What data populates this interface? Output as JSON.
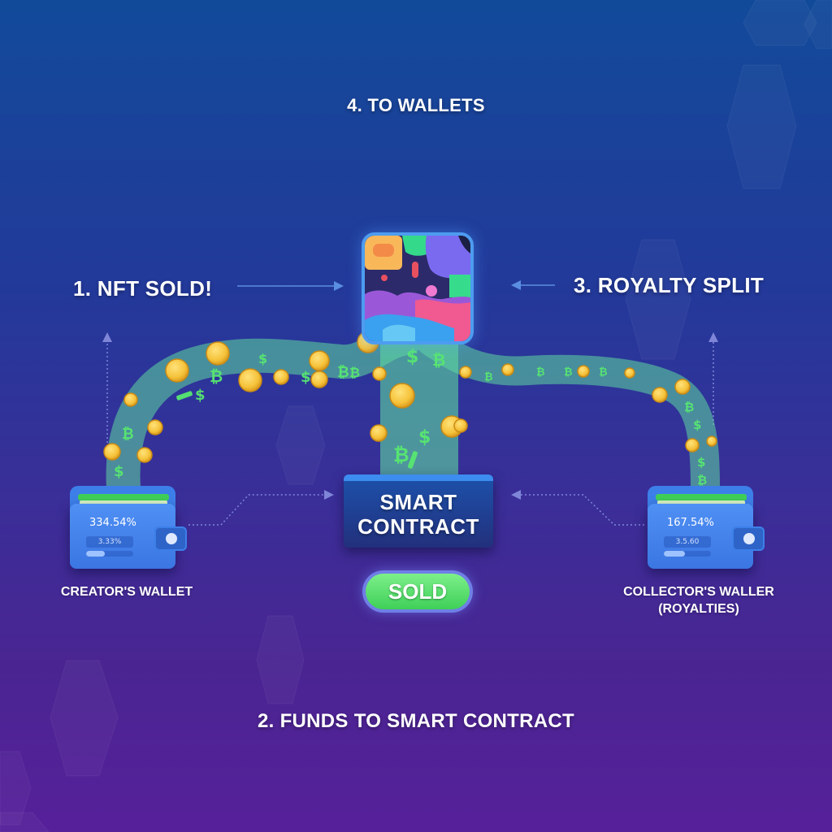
{
  "diagram": {
    "title": "NFT royalty flow",
    "steps": [
      {
        "id": "step1",
        "label": "1. NFT SOLD!"
      },
      {
        "id": "step2",
        "label": "2. FUNDS TO SMART CONTRACT"
      },
      {
        "id": "step3",
        "label": "3. ROYALTY SPLIT"
      },
      {
        "id": "step4",
        "label": "4. TO WALLETS"
      }
    ],
    "nodes": {
      "nft": {
        "label": "NFT artwork",
        "icon": "nft-artwork-icon"
      },
      "contract": {
        "line1": "SMART",
        "line2": "CONTRACT"
      },
      "sold_badge": {
        "label": "SOLD",
        "color": "#4fd868"
      },
      "creator_wallet": {
        "label": "CREATOR'S WALLET",
        "amount_primary": "334.54%",
        "amount_secondary": "3.33%",
        "progress_fill_pct": 40
      },
      "collector_wallet": {
        "label_line1": "COLLECTOR'S WALLER",
        "label_line2": "(ROYALTIES)",
        "amount_primary": "167.54%",
        "amount_secondary": "3.5.60",
        "progress_fill_pct": 45
      }
    },
    "flows": [
      {
        "from": "nft",
        "to": "creator_wallet",
        "style": "money-stream",
        "icons": [
          "coin-icon",
          "dollar-sign-icon",
          "bitcoin-icon"
        ]
      },
      {
        "from": "nft",
        "to": "smart_contract",
        "style": "money-stream"
      },
      {
        "from": "nft",
        "to": "collector_wallet",
        "style": "money-stream"
      },
      {
        "from": "creator_wallet",
        "to": "smart_contract",
        "style": "dotted-arrow"
      },
      {
        "from": "collector_wallet",
        "to": "smart_contract",
        "style": "dotted-arrow"
      }
    ],
    "colors": {
      "background_top": "#124a9a",
      "background_bottom": "#56209a",
      "stream": "#5fd8a0",
      "coin": "#f5c23a",
      "money_glyph": "#58e870",
      "wallet": "#3f80e8",
      "contract": "#22307c",
      "accent_border": "#4d9cf0"
    }
  }
}
